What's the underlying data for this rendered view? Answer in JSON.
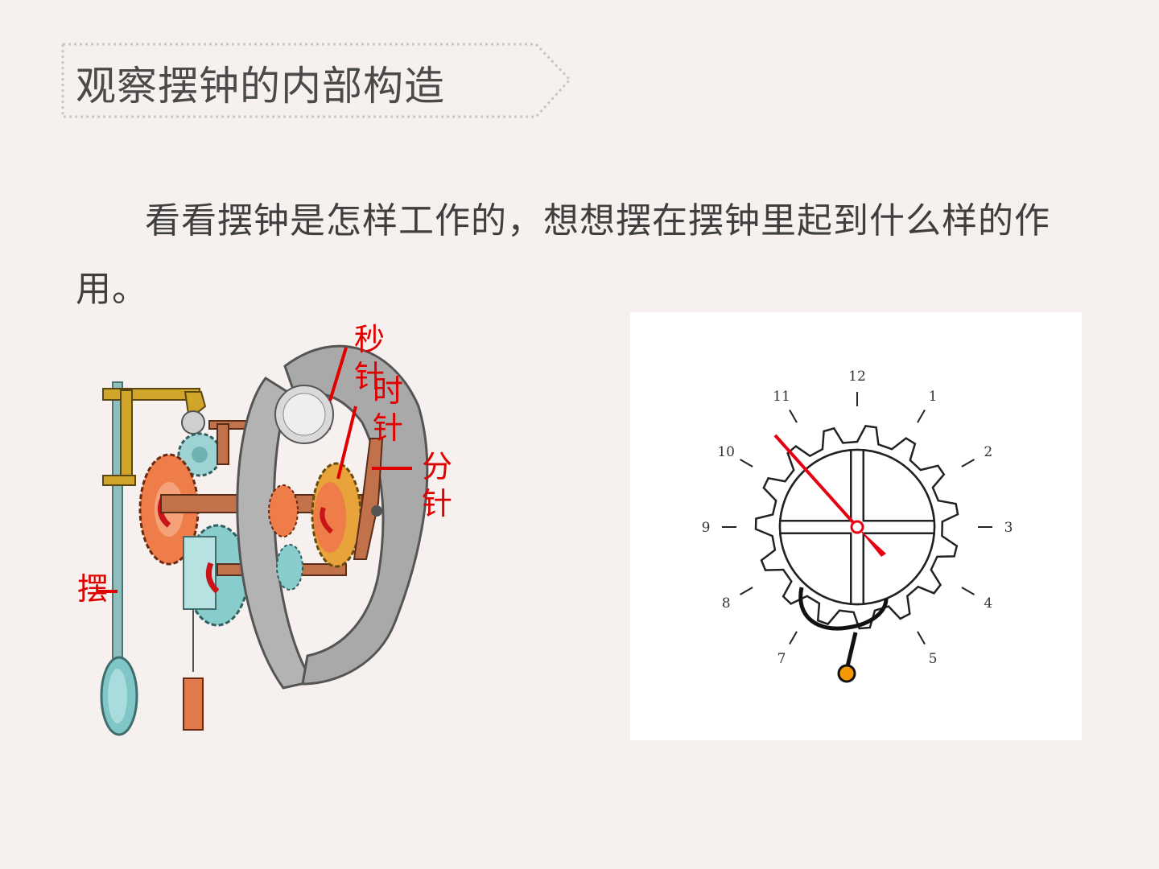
{
  "title": "观察摆钟的内部构造",
  "paragraph": "看看摆钟是怎样工作的，想想摆在摆钟里起到什么样的作用。",
  "mechanism_labels": {
    "second_hand": "秒针",
    "hour_hand": "时针",
    "minute_hand": "分针",
    "pendulum": "摆"
  },
  "clock_face": {
    "numbers": [
      "12",
      "1",
      "2",
      "3",
      "4",
      "5",
      "7",
      "8",
      "9",
      "10",
      "11"
    ]
  },
  "colors": {
    "background": "#f6f1ee",
    "label_red": "#e00000",
    "hand_red": "#e60012",
    "pendulum_orange": "#f39800",
    "gear_orange": "#ef7d4a",
    "gear_teal": "#6fc4c4",
    "dial_grey": "#a9a9a9"
  }
}
